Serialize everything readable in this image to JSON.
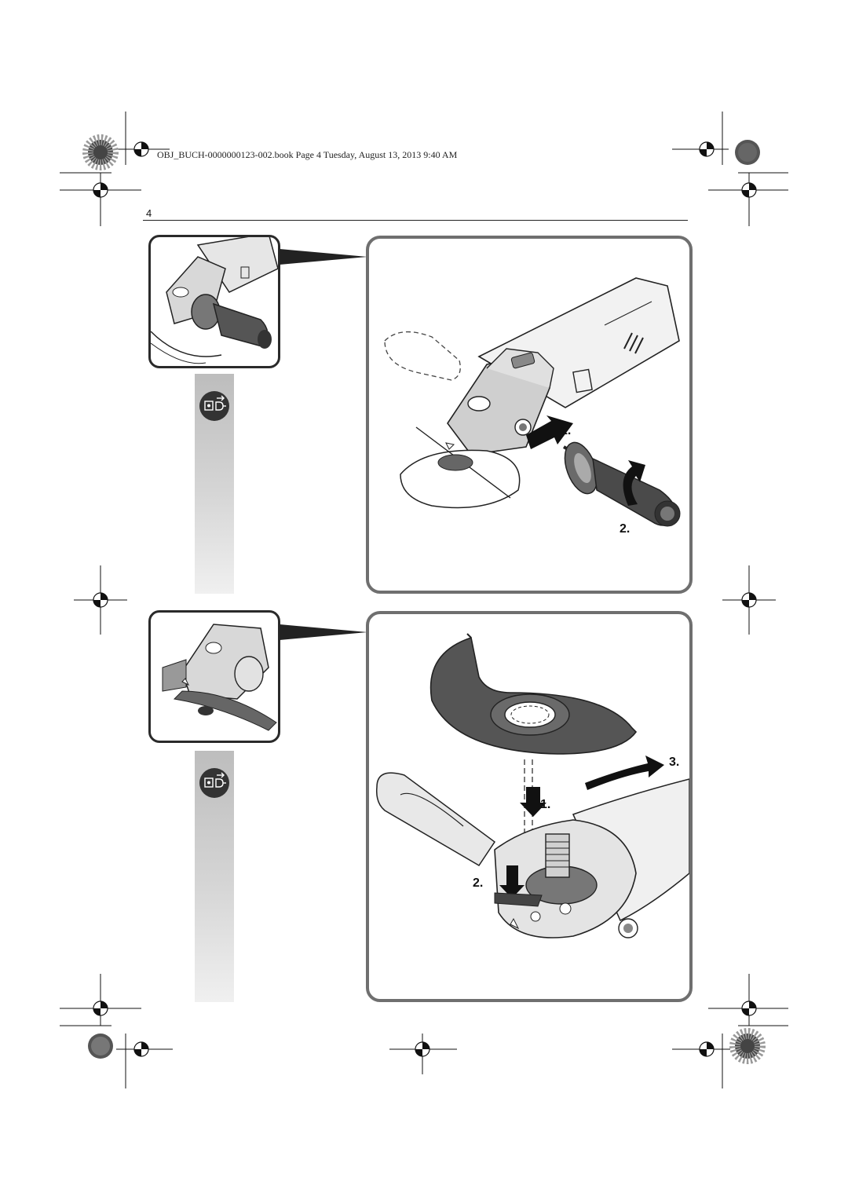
{
  "header": {
    "file_info": "OBJ_BUCH-0000000123-002.book  Page 4  Tuesday, August 13, 2013  9:40 AM",
    "page_number": "4"
  },
  "figure_top": {
    "steps": {
      "step1": "1.",
      "step2": "2."
    },
    "sidebar_icon": "disconnect-plug-icon"
  },
  "figure_bottom": {
    "steps": {
      "step1": "1.",
      "step2": "2.",
      "step3": "3."
    },
    "sidebar_icon": "disconnect-plug-icon"
  },
  "colors": {
    "frame_large": "#6f6f6f",
    "frame_small": "#2a2a2a",
    "guard": "#555555",
    "sidebar_top": "#bdbdbd"
  }
}
